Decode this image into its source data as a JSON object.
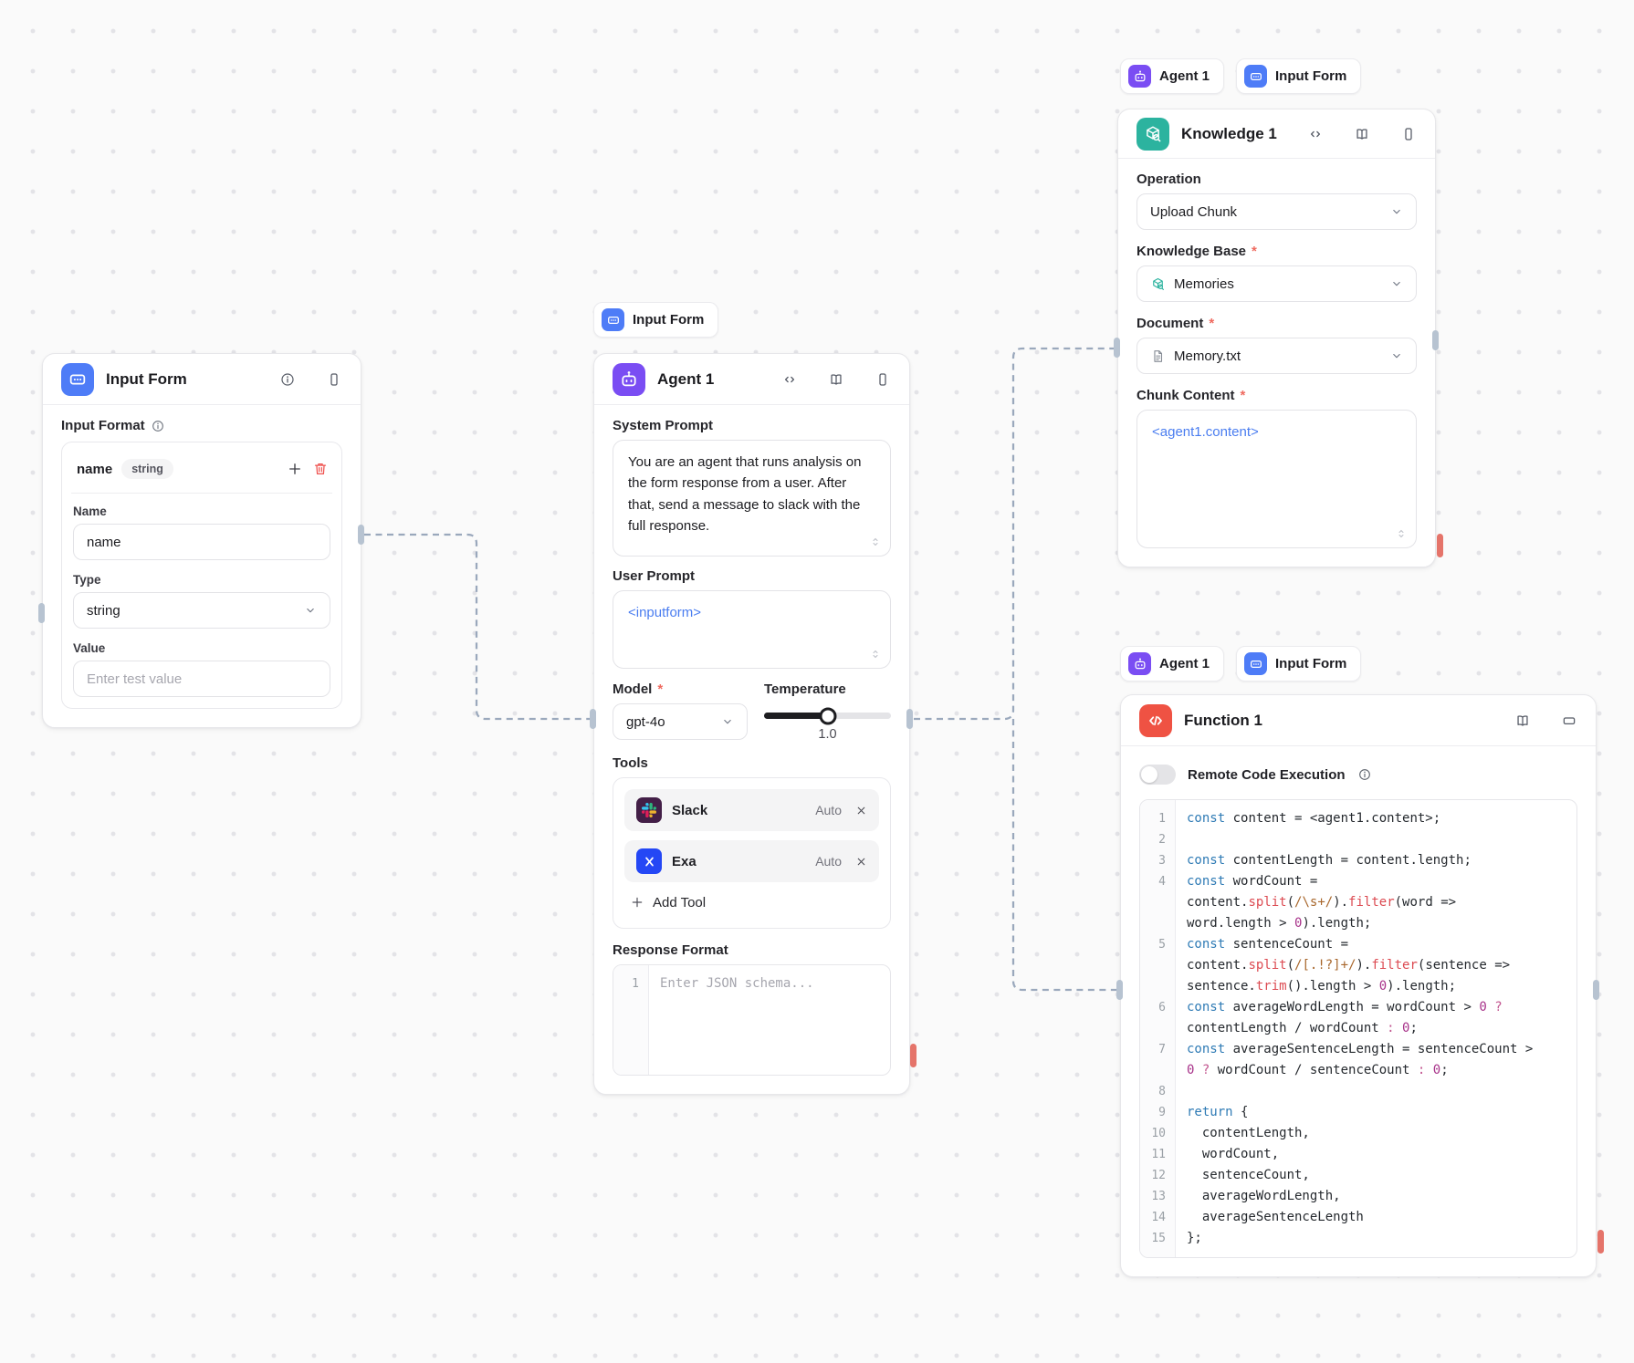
{
  "colors": {
    "canvas_bg": "#fafafa",
    "input_form_accent": "#4e7cf7",
    "agent_accent": "#7a4df3",
    "knowledge_accent": "#2cb39f",
    "function_accent": "#ef5243",
    "slack_brand": "#431f47",
    "exa_brand": "#2447f5",
    "variable_token_blue": "#4a7df0",
    "wire": "#9aa8bc",
    "handle_input": "#b7c3d1",
    "handle_output_red": "#e5746a",
    "required_asterisk": "#ef6a5f",
    "code_keyword": "#2f7bb5",
    "code_function": "#dc4b52",
    "code_regex": "#a8672c",
    "code_number": "#a8338a"
  },
  "required_marker": "*",
  "chips": {
    "above_agent": [
      {
        "label": "Input Form",
        "icon": "input-form"
      }
    ],
    "above_knowledge": [
      {
        "label": "Agent 1",
        "icon": "agent"
      },
      {
        "label": "Input Form",
        "icon": "input-form"
      }
    ],
    "above_function": [
      {
        "label": "Agent 1",
        "icon": "agent"
      },
      {
        "label": "Input Form",
        "icon": "input-form"
      }
    ]
  },
  "input_form_node": {
    "title": "Input Form",
    "input_format_label": "Input Format",
    "field": {
      "name": "name",
      "type_badge": "string"
    },
    "name_label": "Name",
    "name_value": "name",
    "type_label": "Type",
    "type_value": "string",
    "value_label": "Value",
    "value_placeholder": "Enter test value"
  },
  "agent_node": {
    "title": "Agent 1",
    "system_prompt_label": "System Prompt",
    "system_prompt_value": "You are an agent that runs analysis on the form response from a user. After that, send a message to slack with the full response.",
    "user_prompt_label": "User Prompt",
    "user_prompt_value": "<inputform>",
    "model_label": "Model",
    "model_value": "gpt-4o",
    "temperature_label": "Temperature",
    "temperature_value": "1.0",
    "temperature_percent": 50,
    "tools_label": "Tools",
    "tools": [
      {
        "name": "Slack",
        "mode": "Auto",
        "icon": "slack"
      },
      {
        "name": "Exa",
        "mode": "Auto",
        "icon": "exa"
      }
    ],
    "add_tool_label": "Add Tool",
    "response_format_label": "Response Format",
    "response_format_placeholder": "Enter JSON schema...",
    "response_format_line_number": "1"
  },
  "knowledge_node": {
    "title": "Knowledge 1",
    "operation_label": "Operation",
    "operation_value": "Upload Chunk",
    "knowledge_base_label": "Knowledge Base",
    "knowledge_base_value": "Memories",
    "document_label": "Document",
    "document_value": "Memory.txt",
    "chunk_content_label": "Chunk Content",
    "chunk_content_value": "<agent1.content>"
  },
  "function_node": {
    "title": "Function 1",
    "remote_code_label": "Remote Code Execution",
    "remote_code_enabled": false,
    "code_lines": [
      {
        "n": "1",
        "segs": [
          [
            "kw",
            "const"
          ],
          [
            "pl",
            " content = <agent1.content>;"
          ]
        ]
      },
      {
        "n": "2",
        "segs": []
      },
      {
        "n": "3",
        "segs": [
          [
            "kw",
            "const"
          ],
          [
            "pl",
            " contentLength = content.length;"
          ]
        ]
      },
      {
        "n": "4",
        "segs": [
          [
            "kw",
            "const"
          ],
          [
            "pl",
            " wordCount = content."
          ],
          [
            "fn",
            "split"
          ],
          [
            "pl",
            "("
          ],
          [
            "re",
            "/\\s+/"
          ],
          [
            "pl",
            ")."
          ],
          [
            "fn",
            "filter"
          ],
          [
            "pl",
            "(word => word.length > "
          ],
          [
            "num",
            "0"
          ],
          [
            "pl",
            ").length;"
          ]
        ]
      },
      {
        "n": "5",
        "segs": [
          [
            "kw",
            "const"
          ],
          [
            "pl",
            " sentenceCount = content."
          ],
          [
            "fn",
            "split"
          ],
          [
            "pl",
            "("
          ],
          [
            "re",
            "/[.!?]+/"
          ],
          [
            "pl",
            ")."
          ],
          [
            "fn",
            "filter"
          ],
          [
            "pl",
            "(sentence => sentence."
          ],
          [
            "fn",
            "trim"
          ],
          [
            "pl",
            "().length > "
          ],
          [
            "num",
            "0"
          ],
          [
            "pl",
            ").length;"
          ]
        ]
      },
      {
        "n": "6",
        "segs": [
          [
            "kw",
            "const"
          ],
          [
            "pl",
            " averageWordLength = wordCount > "
          ],
          [
            "num",
            "0"
          ],
          [
            "pl",
            " "
          ],
          [
            "tq",
            "?"
          ],
          [
            "pl",
            " contentLength / wordCount "
          ],
          [
            "tq",
            ":"
          ],
          [
            "pl",
            " "
          ],
          [
            "num",
            "0"
          ],
          [
            "pl",
            ";"
          ]
        ]
      },
      {
        "n": "7",
        "segs": [
          [
            "kw",
            "const"
          ],
          [
            "pl",
            " averageSentenceLength = sentenceCount > "
          ],
          [
            "num",
            "0"
          ],
          [
            "pl",
            " "
          ],
          [
            "tq",
            "?"
          ],
          [
            "pl",
            " wordCount / sentenceCount "
          ],
          [
            "tq",
            ":"
          ],
          [
            "pl",
            " "
          ],
          [
            "num",
            "0"
          ],
          [
            "pl",
            ";"
          ]
        ]
      },
      {
        "n": "8",
        "segs": []
      },
      {
        "n": "9",
        "segs": [
          [
            "kw",
            "return"
          ],
          [
            "pl",
            " {"
          ]
        ]
      },
      {
        "n": "10",
        "segs": [
          [
            "pl",
            "  contentLength,"
          ]
        ]
      },
      {
        "n": "11",
        "segs": [
          [
            "pl",
            "  wordCount,"
          ]
        ]
      },
      {
        "n": "12",
        "segs": [
          [
            "pl",
            "  sentenceCount,"
          ]
        ]
      },
      {
        "n": "13",
        "segs": [
          [
            "pl",
            "  averageWordLength,"
          ]
        ]
      },
      {
        "n": "14",
        "segs": [
          [
            "pl",
            "  averageSentenceLength"
          ]
        ]
      },
      {
        "n": "15",
        "segs": [
          [
            "pl",
            "};"
          ]
        ]
      }
    ]
  }
}
